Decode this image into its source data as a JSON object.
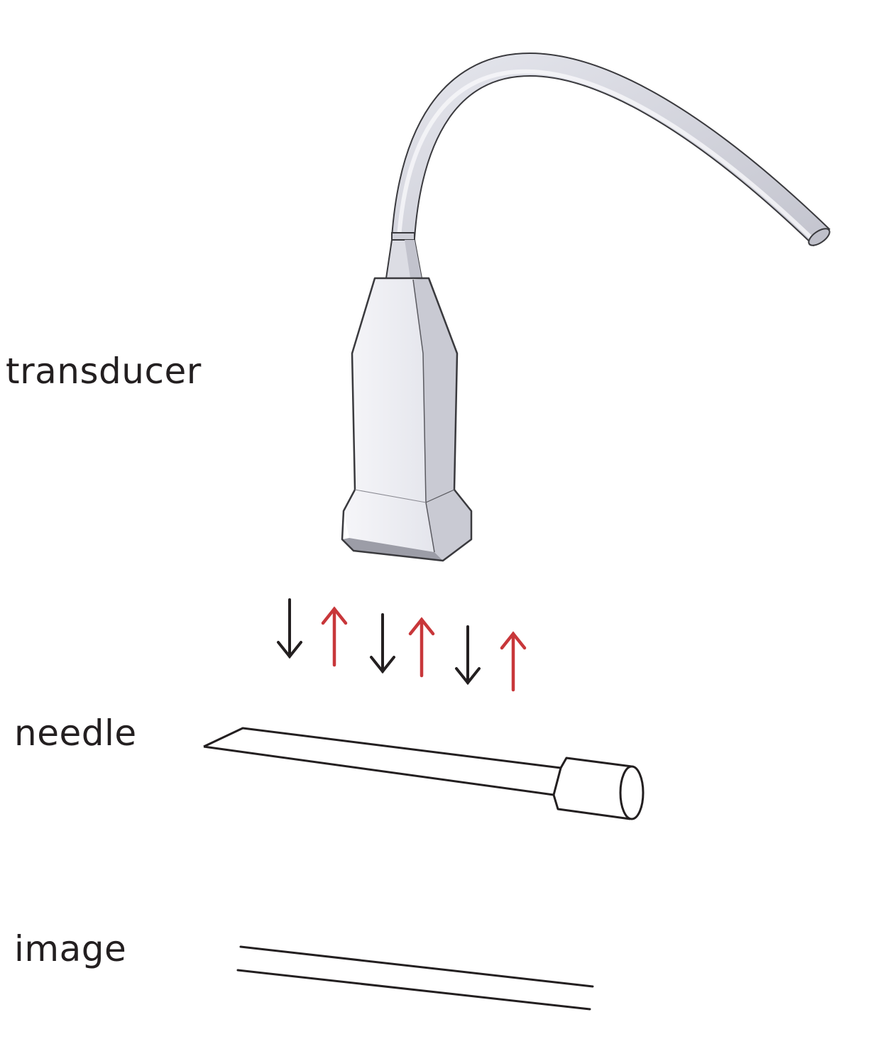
{
  "labels": {
    "transducer": "transducer",
    "needle": "needle",
    "image": "image"
  },
  "colors": {
    "text": "#231f20",
    "outline": "#231f20",
    "transmit_arrow": "#231f20",
    "echo_arrow": "#c8373a",
    "probe_face": "#ececf1",
    "probe_side": "#c9cad3",
    "cable": "#d5d6de"
  },
  "arrows": [
    {
      "direction": "down",
      "kind": "transmit"
    },
    {
      "direction": "up",
      "kind": "echo"
    },
    {
      "direction": "down",
      "kind": "transmit"
    },
    {
      "direction": "up",
      "kind": "echo"
    },
    {
      "direction": "down",
      "kind": "transmit"
    },
    {
      "direction": "up",
      "kind": "echo"
    }
  ]
}
